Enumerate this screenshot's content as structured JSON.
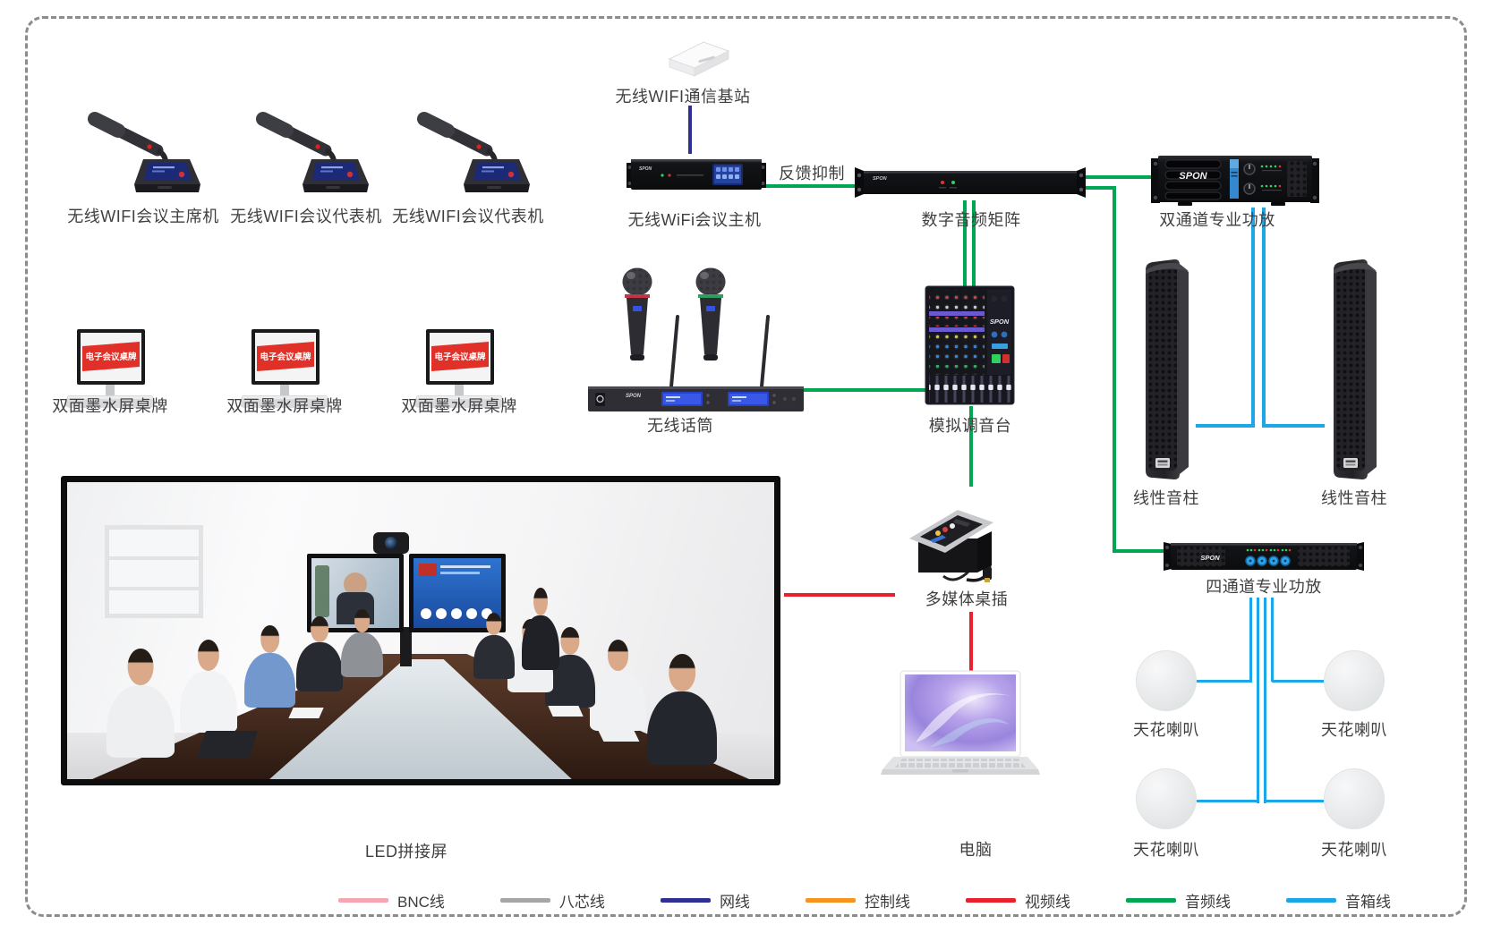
{
  "page": {
    "background": "#ffffff",
    "border_color": "#8c8c8c"
  },
  "colors": {
    "audio_line": "#00a651",
    "speaker_line": "#1ba7e8",
    "network_line": "#2e3192",
    "video_line": "#e8212c"
  },
  "devices": {
    "mics": {
      "labels": [
        "无线WIFI会议主席机",
        "无线WIFI会议代表机",
        "无线WIFI会议代表机"
      ]
    },
    "wifi_station": {
      "label": "无线WIFI通信基站"
    },
    "conference_host": {
      "label": "无线WiFi会议主机",
      "brand": "SPON"
    },
    "feedback_note": "反馈抑制",
    "audio_matrix": {
      "label": "数字音频矩阵",
      "brand": "SPON"
    },
    "dual_amp": {
      "label": "双通道专业功放",
      "brand": "SPON"
    },
    "column_speakers": {
      "labels": [
        "线性音柱",
        "线性音柱"
      ]
    },
    "wireless_mic": {
      "label": "无线话筒",
      "brand": "SPON"
    },
    "mixer": {
      "label": "模拟调音台",
      "brand": "SPON"
    },
    "nameplates": {
      "screen_text": "电子会议桌牌",
      "labels": [
        "双面墨水屏桌牌",
        "双面墨水屏桌牌",
        "双面墨水屏桌牌"
      ]
    },
    "desk_socket": {
      "label": "多媒体桌插"
    },
    "quad_amp": {
      "label": "四通道专业功放",
      "brand": "SPON"
    },
    "ceiling_speakers": {
      "labels": [
        "天花喇叭",
        "天花喇叭",
        "天花喇叭",
        "天花喇叭"
      ]
    },
    "computer": {
      "label": "电脑"
    },
    "led_wall": {
      "label": "LED拼接屏"
    }
  },
  "legend": [
    {
      "label": "BNC线",
      "color": "#f4a7b1"
    },
    {
      "label": "八芯线",
      "color": "#a6a6a8"
    },
    {
      "label": "网线",
      "color": "#2e3192"
    },
    {
      "label": "控制线",
      "color": "#f79420"
    },
    {
      "label": "视频线",
      "color": "#e8212c"
    },
    {
      "label": "音频线",
      "color": "#00a651"
    },
    {
      "label": "音箱线",
      "color": "#1ba7e8"
    }
  ]
}
